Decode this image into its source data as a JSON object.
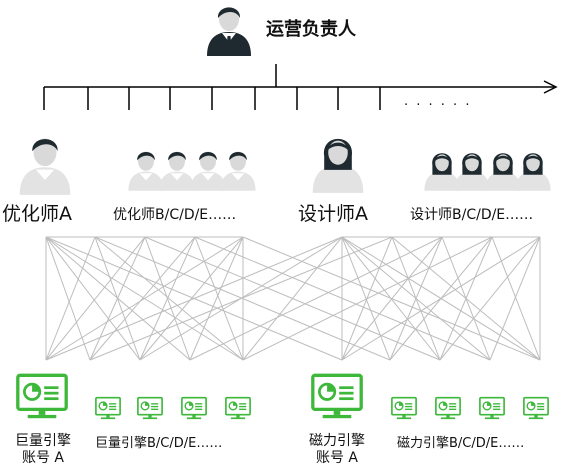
{
  "manager": {
    "title": "运营负责人"
  },
  "timeline": {
    "ellipsis": ". . . . . ."
  },
  "teams": {
    "optimizer_lead": "优化师A",
    "optimizer_others": "优化师B/C/D/E……",
    "designer_lead": "设计师A",
    "designer_others": "设计师B/C/D/E……"
  },
  "accounts": {
    "juliang_primary_line1": "巨量引擎",
    "juliang_primary_line2": "账号 A",
    "juliang_others": "巨量引擎B/C/D/E……",
    "cili_primary_line1": "磁力引擎",
    "cili_primary_line2": "账号 A",
    "cili_others": "磁力引擎B/C/D/E……"
  },
  "colors": {
    "line": "#bdbdbd",
    "axis": "#000000",
    "monitor": "#3db83a",
    "hair": "#1e2a30",
    "face": "#d9d9d9",
    "shirt": "#e3e3e3"
  }
}
